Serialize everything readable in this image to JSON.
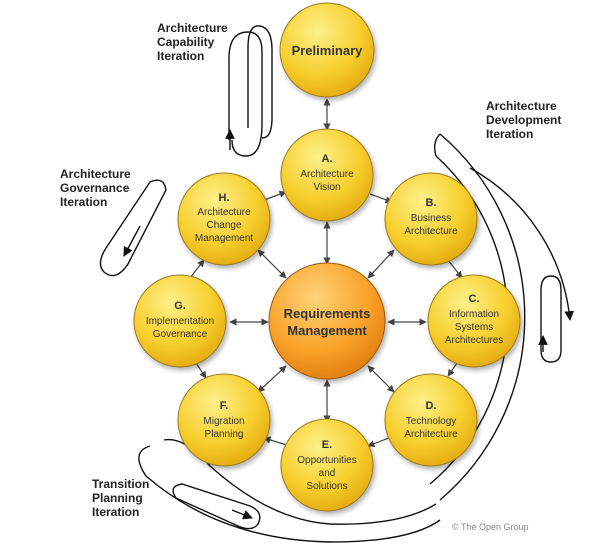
{
  "diagram": {
    "iterations": {
      "capability": [
        "Architecture",
        "Capability",
        "Iteration"
      ],
      "development": [
        "Architecture",
        "Development",
        "Iteration"
      ],
      "governance": [
        "Architecture",
        "Governance",
        "Iteration"
      ],
      "transition": [
        "Transition",
        "Planning",
        "Iteration"
      ]
    },
    "nodes": {
      "preliminary": {
        "lines": [
          "Preliminary"
        ]
      },
      "center": {
        "lines": [
          "Requirements",
          "Management"
        ]
      },
      "a": {
        "letter": "A.",
        "lines": [
          "Architecture",
          "Vision"
        ]
      },
      "b": {
        "letter": "B.",
        "lines": [
          "Business",
          "Architecture"
        ]
      },
      "c": {
        "letter": "C.",
        "lines": [
          "Information",
          "Systems",
          "Architectures"
        ]
      },
      "d": {
        "letter": "D.",
        "lines": [
          "Technology",
          "Architecture"
        ]
      },
      "e": {
        "letter": "E.",
        "lines": [
          "Opportunities",
          "and",
          "Solutions"
        ]
      },
      "f": {
        "letter": "F.",
        "lines": [
          "Migration",
          "Planning"
        ]
      },
      "g": {
        "letter": "G.",
        "lines": [
          "Implementation",
          "Governance"
        ]
      },
      "h": {
        "letter": "H.",
        "lines": [
          "Architecture",
          "Change",
          "Management"
        ]
      }
    },
    "copyright": "© The Open Group",
    "colors": {
      "node_light": "#FDF08A",
      "node_mid": "#F7CF2E",
      "node_dark": "#E2A80E",
      "center_light": "#FFD37A",
      "center_mid": "#F9A32A",
      "center_dark": "#E07B0C",
      "outline": "#9A7A1E",
      "arrow": "#444444"
    }
  }
}
